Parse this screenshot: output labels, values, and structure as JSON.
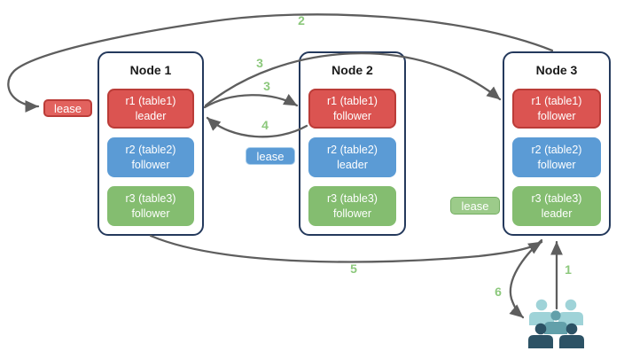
{
  "colors": {
    "red": "#db5451",
    "red_border": "#bb3c38",
    "blue": "#5b9bd5",
    "green": "#84bd70",
    "green_border": "#74ad62",
    "node_border": "#24395c",
    "arrow": "#5e5e5e",
    "step_label": "#8cc87c",
    "user_light": "#9fd3d8",
    "user_mid": "#62a0aa",
    "user_dark": "#2c5265"
  },
  "nodes": [
    {
      "title": "Node 1",
      "replicas": [
        {
          "label": "r1 (table1)",
          "role": "leader",
          "color": "red"
        },
        {
          "label": "r2 (table2)",
          "role": "follower",
          "color": "blue"
        },
        {
          "label": "r3 (table3)",
          "role": "follower",
          "color": "green"
        }
      ]
    },
    {
      "title": "Node 2",
      "replicas": [
        {
          "label": "r1 (table1)",
          "role": "follower",
          "color": "red"
        },
        {
          "label": "r2 (table2)",
          "role": "leader",
          "color": "blue"
        },
        {
          "label": "r3 (table3)",
          "role": "follower",
          "color": "green"
        }
      ]
    },
    {
      "title": "Node 3",
      "replicas": [
        {
          "label": "r1 (table1)",
          "role": "follower",
          "color": "red"
        },
        {
          "label": "r2 (table2)",
          "role": "follower",
          "color": "blue"
        },
        {
          "label": "r3 (table3)",
          "role": "leader",
          "color": "green"
        }
      ]
    }
  ],
  "leases": {
    "red": {
      "label": "lease"
    },
    "blue": {
      "label": "lease"
    },
    "green": {
      "label": "lease"
    }
  },
  "steps": {
    "s1": "1",
    "s2": "2",
    "s3a": "3",
    "s3b": "3",
    "s4": "4",
    "s5": "5",
    "s6": "6"
  }
}
